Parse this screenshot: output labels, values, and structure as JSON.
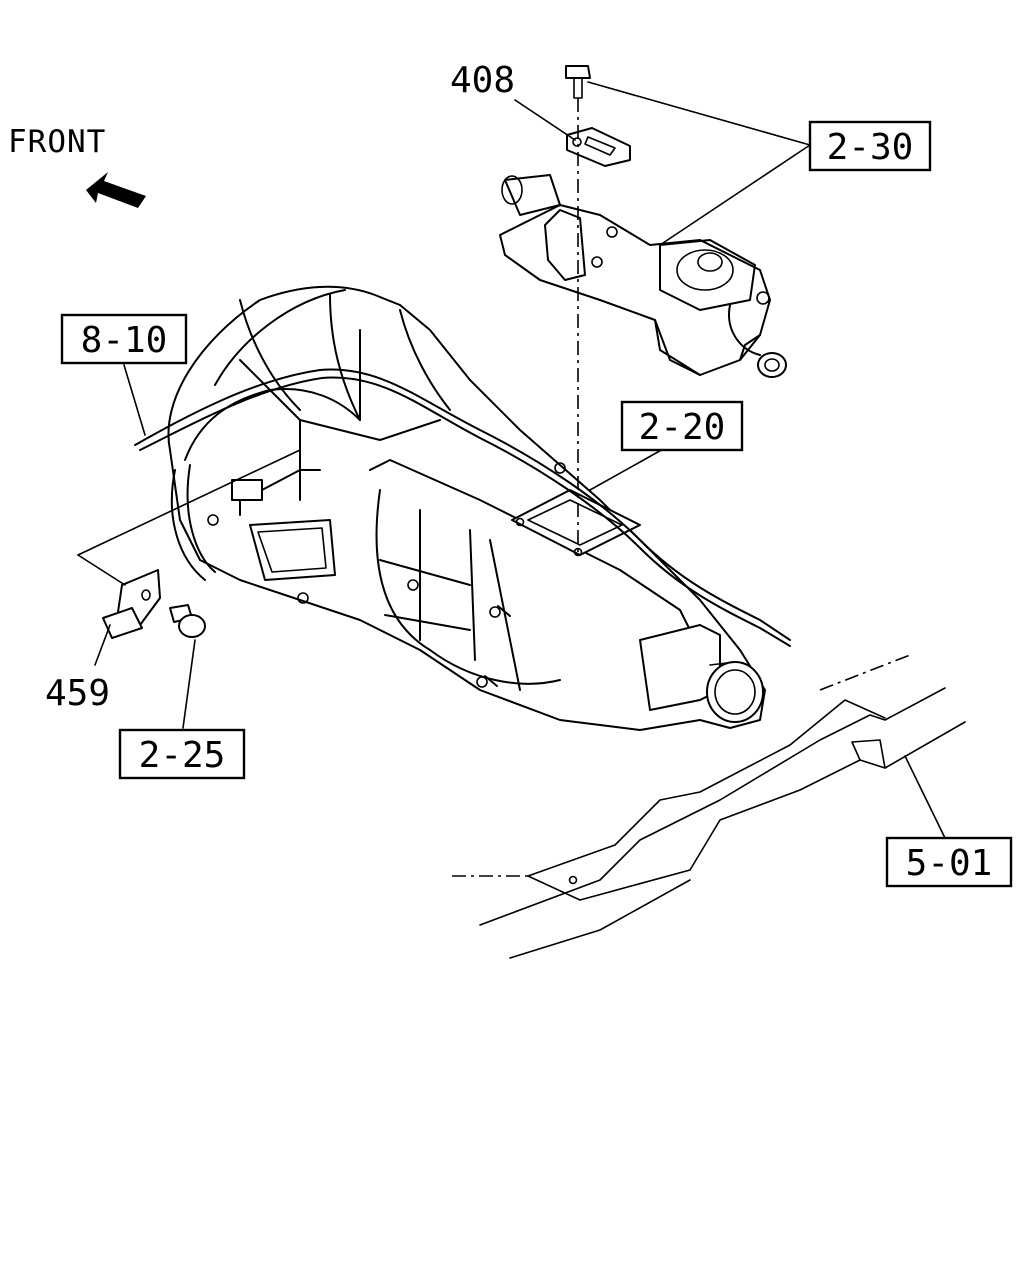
{
  "orientation_label": "FRONT",
  "icons": {
    "front_arrow": "arrow-up-left-icon"
  },
  "callouts": {
    "part_408": "408",
    "ref_2_30": "2-30",
    "ref_8_10": "8-10",
    "ref_2_20": "2-20",
    "part_459": "459",
    "ref_2_25": "2-25",
    "ref_5_01": "5-01"
  }
}
